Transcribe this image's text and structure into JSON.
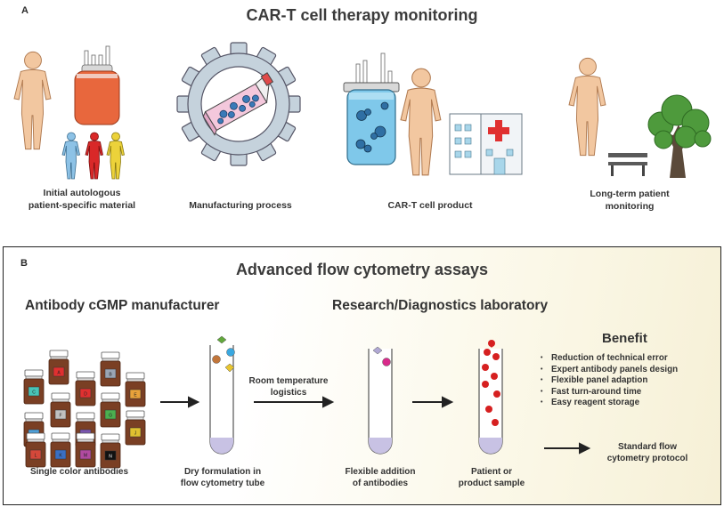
{
  "panel_a": {
    "letter": "A",
    "title": "CAR-T cell therapy monitoring",
    "steps": [
      {
        "label_line1": "Initial autologous",
        "label_line2": "patient-specific material"
      },
      {
        "label_line1": "Manufacturing process",
        "label_line2": ""
      },
      {
        "label_line1": "CAR-T cell product",
        "label_line2": ""
      },
      {
        "label_line1": "Long-term patient",
        "label_line2": "monitoring"
      }
    ]
  },
  "panel_b": {
    "letter": "B",
    "title": "Advanced flow cytometry assays",
    "manufacturer_title": "Antibody cGMP manufacturer",
    "lab_title": "Research/Diagnostics laboratory",
    "arrow_label_line1": "Room temperature",
    "arrow_label_line2": "logistics",
    "captions": {
      "vials": "Single color antibodies",
      "dry_line1": "Dry formulation in",
      "dry_line2": "flow cytometry tube",
      "flex_line1": "Flexible addition",
      "flex_line2": "of antibodies",
      "patient_line1": "Patient or",
      "patient_line2": "product sample",
      "standard_line1": "Standard flow",
      "standard_line2": "cytometry protocol"
    },
    "benefit": {
      "title": "Benefit",
      "items": [
        "Reduction of technical error",
        "Expert antibody panels design",
        "Flexible panel adaption",
        "Fast turn-around time",
        "Easy reagent storage"
      ]
    },
    "vial_labels": [
      "A",
      "B",
      "C",
      "D",
      "E",
      "F",
      "G",
      "H",
      "I",
      "J",
      "K",
      "L",
      "M",
      "N"
    ],
    "vial_colors": [
      "#e03030",
      "#9aa5b4",
      "#48c4b8",
      "#e03030",
      "#e8a23a",
      "#c0c0c0",
      "#4caf50",
      "#4fa0d8",
      "#7a56b0",
      "#e0c030",
      "#3a6fc4",
      "#d4483a",
      "#b04aa0",
      "#111111"
    ]
  },
  "colors": {
    "human": "#f2c7a0",
    "blood_bag": "#e8673d",
    "gear": "#c5d2dc",
    "tree": "#4e9a3c",
    "cells": "#3a7ab8",
    "tube_base": "#c8c2e4",
    "red_drop": "#d62020"
  }
}
